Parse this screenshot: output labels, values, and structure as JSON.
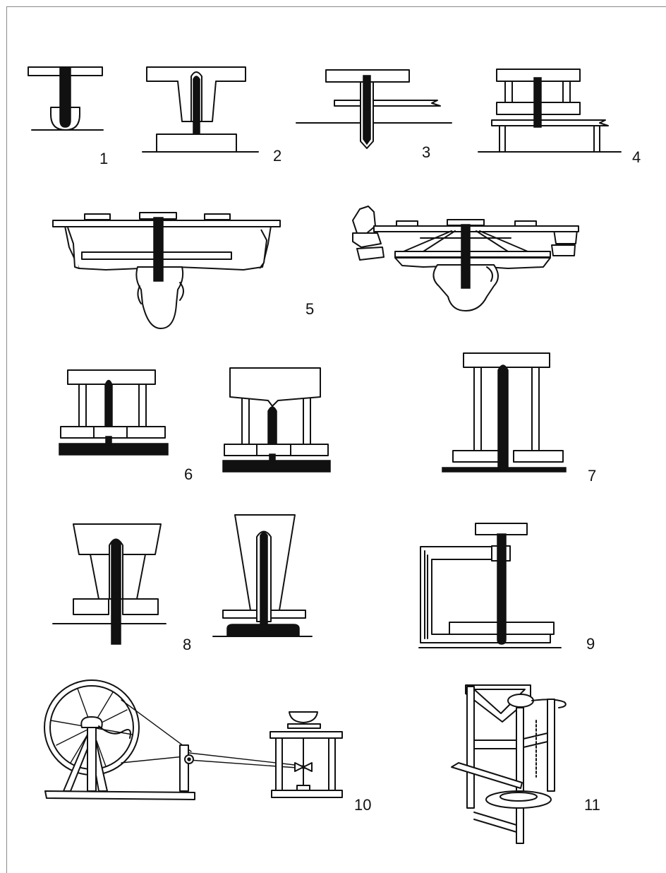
{
  "figure": {
    "panels": [
      {
        "id": "1",
        "label": "1"
      },
      {
        "id": "2",
        "label": "2"
      },
      {
        "id": "3",
        "label": "3"
      },
      {
        "id": "4",
        "label": "4"
      },
      {
        "id": "5",
        "label": "5"
      },
      {
        "id": "6",
        "label": "6"
      },
      {
        "id": "7",
        "label": "7"
      },
      {
        "id": "8",
        "label": "8"
      },
      {
        "id": "9",
        "label": "9"
      },
      {
        "id": "10",
        "label": "10"
      },
      {
        "id": "11",
        "label": "11"
      }
    ]
  }
}
